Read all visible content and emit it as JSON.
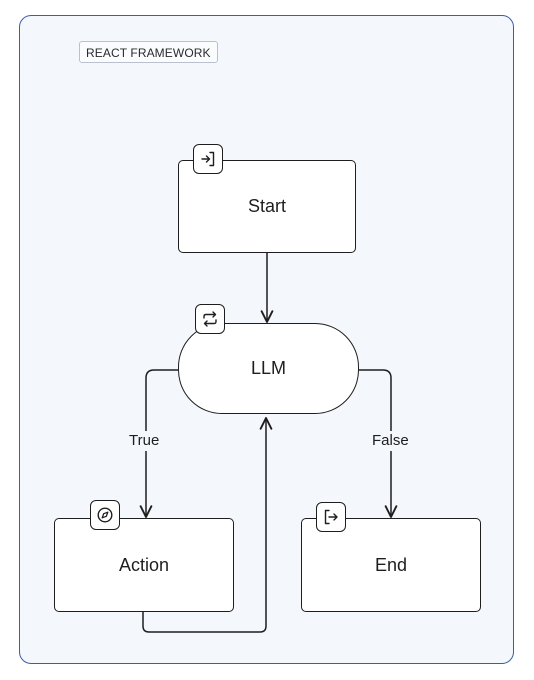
{
  "frame": {
    "label": "REACT FRAMEWORK"
  },
  "nodes": {
    "start": {
      "label": "Start",
      "icon": "sign-in-icon"
    },
    "llm": {
      "label": "LLM",
      "icon": "repeat-icon"
    },
    "action": {
      "label": "Action",
      "icon": "compass-icon"
    },
    "end": {
      "label": "End",
      "icon": "sign-out-icon"
    }
  },
  "edges": {
    "true_label": "True",
    "false_label": "False"
  },
  "colors": {
    "frame_border": "#3a5fa8",
    "frame_fill": "#f4f7fc",
    "stroke": "#1e1e1e"
  }
}
